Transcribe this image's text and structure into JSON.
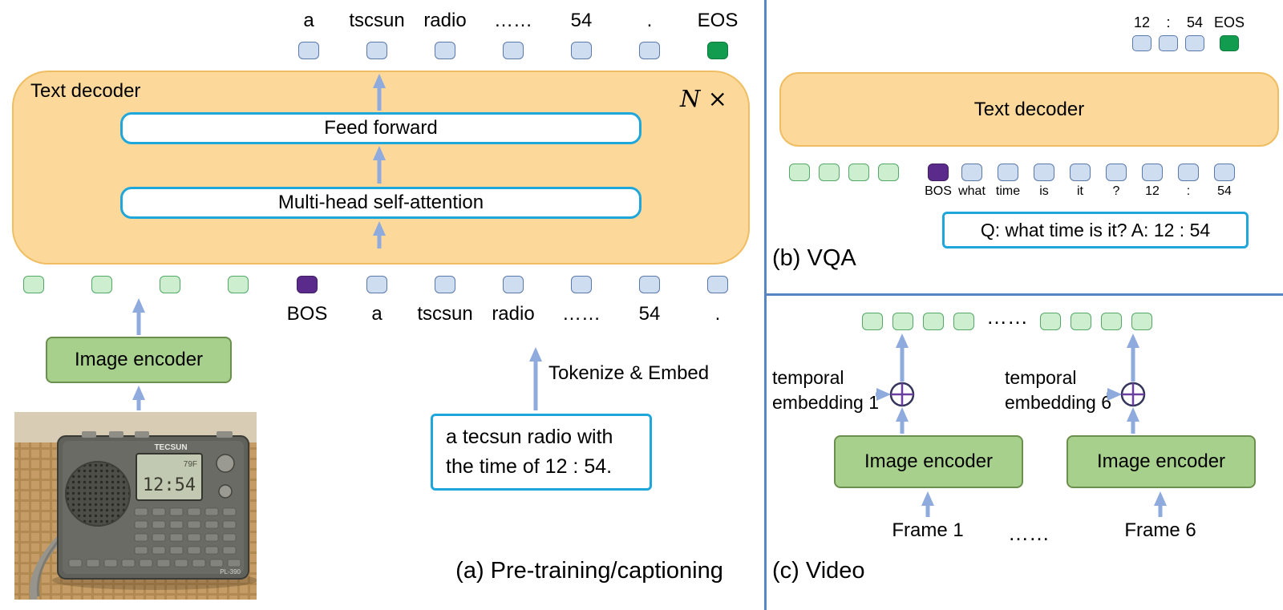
{
  "colors": {
    "decoder_fill": "#FCD89B",
    "decoder_border": "#EFBE63",
    "encoder_fill": "#A8D08D",
    "encoder_border": "#6B8F4E",
    "cyan": "#1FA7DC",
    "token_blue_fill": "#CFDDF1",
    "token_blue_border": "#5B79A8",
    "token_green_fill": "#CDEFD0",
    "token_green_border": "#54A868",
    "token_purple_fill": "#5B2B8C",
    "token_purple_border": "#3F1D63",
    "token_eos_fill": "#129C4F",
    "token_eos_border": "#0B7A3C",
    "arrow": "#8FAADC",
    "divider": "#5585C2",
    "oplus_ring": "#34345C",
    "oplus_cross": "#6A3FA0"
  },
  "panel_a": {
    "top_labels": [
      "a",
      "tscsun",
      "radio",
      "……",
      "54",
      ".",
      "EOS"
    ],
    "decoder_label": "Text decoder",
    "repeat_label": "N ×",
    "feed_forward_label": "Feed forward",
    "attention_label": "Multi-head self-attention",
    "bottom_labels": [
      "BOS",
      "a",
      "tscsun",
      "radio",
      "……",
      "54",
      "."
    ],
    "image_encoder_label": "Image encoder",
    "tokenize_label": "Tokenize & Embed",
    "caption_text_line1": "a tecsun radio with",
    "caption_text_line2": "the time of 12 : 54.",
    "caption": "(a) Pre-training/captioning"
  },
  "panel_b": {
    "top_labels": [
      "12",
      ":",
      "54",
      "EOS"
    ],
    "decoder_label": "Text decoder",
    "bottom_labels": [
      "BOS",
      "what",
      "time",
      "is",
      "it",
      "?",
      "12",
      ":",
      "54"
    ],
    "qa_text": "Q: what time is it? A: 12 : 54",
    "caption": "(b) VQA"
  },
  "panel_c": {
    "tokens_ellipsis": "……",
    "temporal_1": [
      "temporal",
      "embedding 1"
    ],
    "temporal_6": [
      "temporal",
      "embedding 6"
    ],
    "encoder_1_label": "Image encoder",
    "encoder_2_label": "Image encoder",
    "frame_1_label": "Frame 1",
    "frames_ellipsis": "……",
    "frame_6_label": "Frame 6",
    "caption": "(c) Video"
  },
  "radio": {
    "brand": "TECSUN",
    "display_time": "12:54",
    "display_temp": "79F",
    "model": "PL-390"
  }
}
